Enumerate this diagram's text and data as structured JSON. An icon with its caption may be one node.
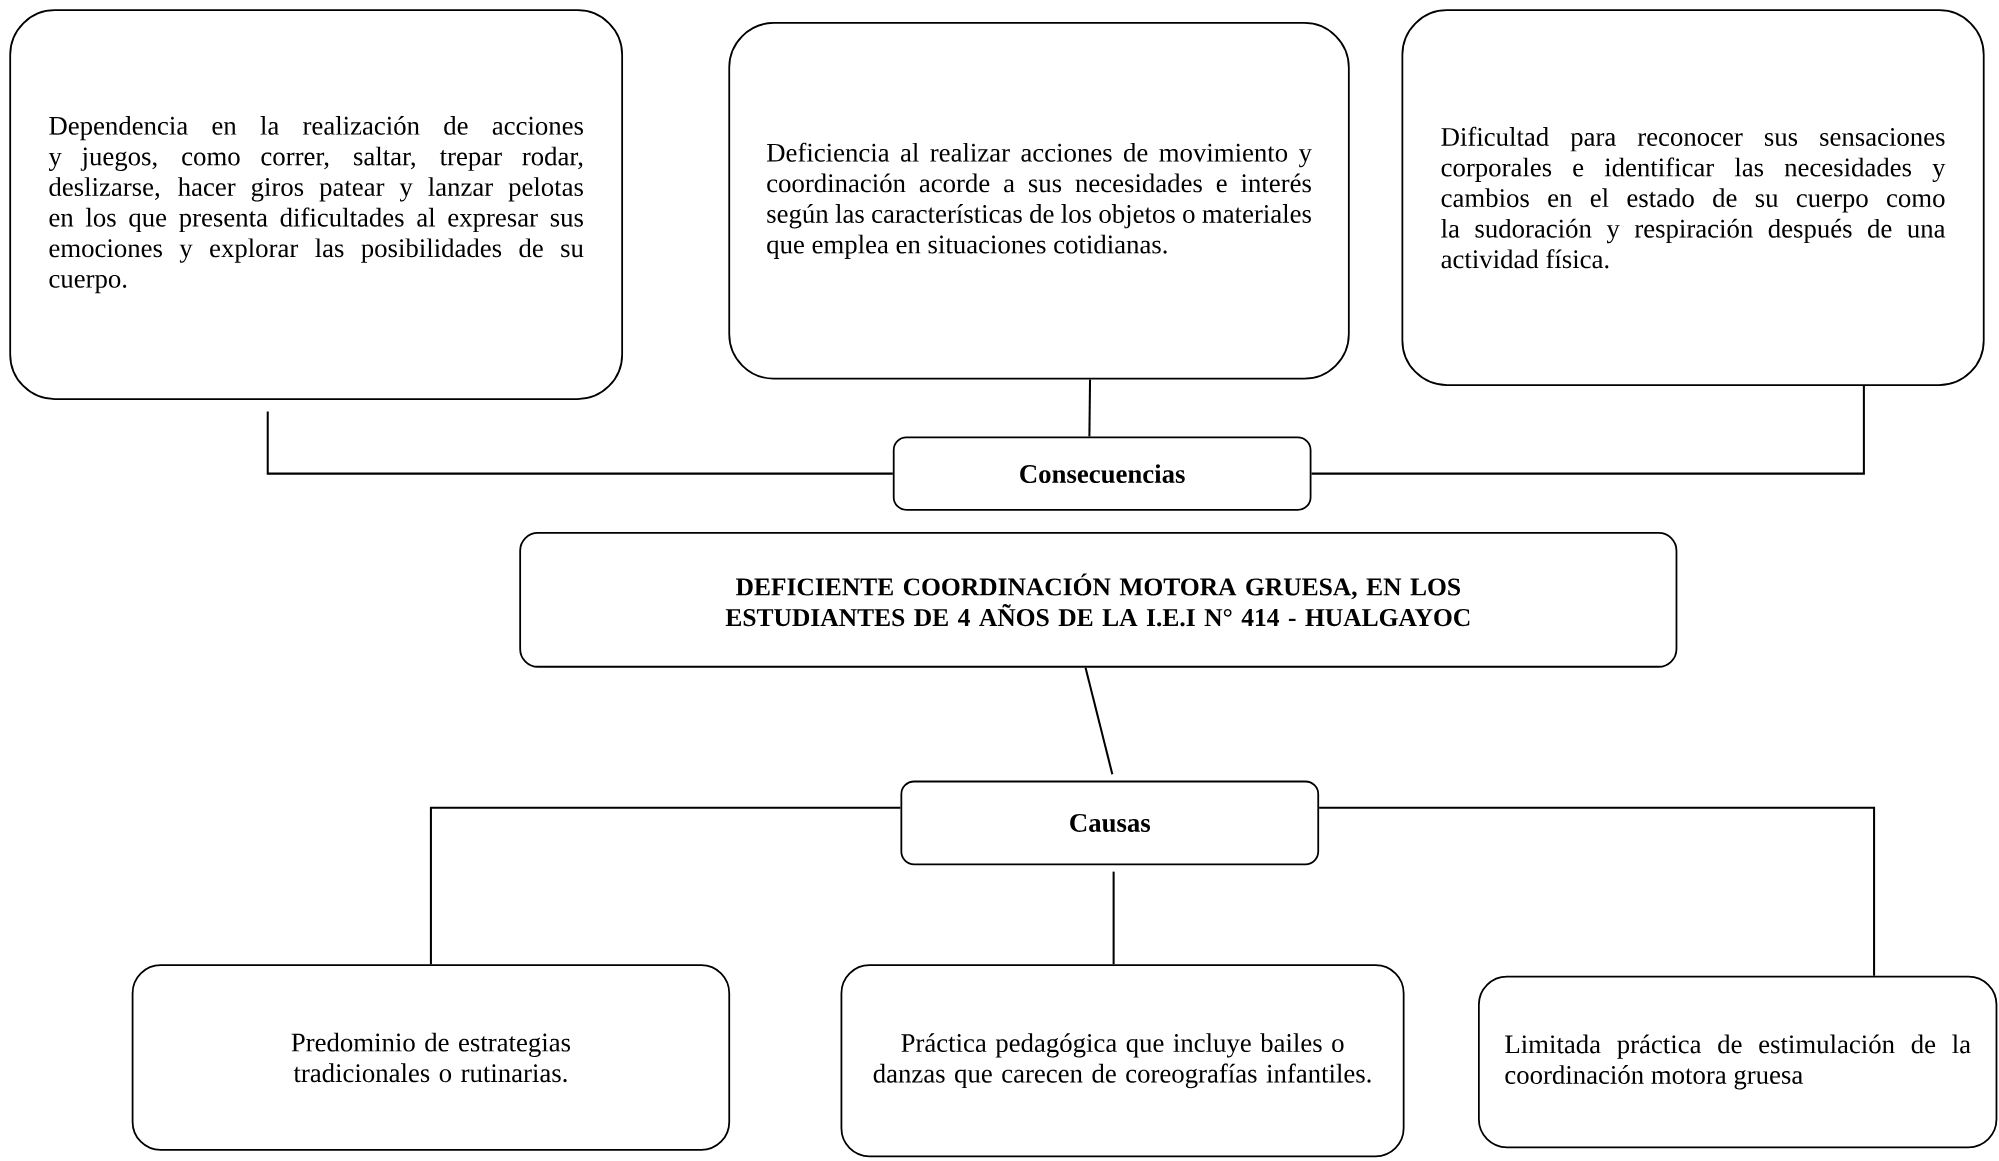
{
  "diagram": {
    "nodes": [
      {
        "text": [
          "Dependencia en la realización de acciones y juegos, como correr, saltar, trepar rodar, deslizarse, hacer giros patear y lanzar pelotas en los que presenta dificultades al expresar sus emociones y explorar las posibilidades de su cuerpo."
        ]
      },
      {
        "text": [
          "Deficiencia al realizar acciones de movimiento y coordinación acorde a sus necesidades e interés según las características de los objetos o materiales que emplea en situaciones cotidianas."
        ]
      },
      {
        "text": [
          "Dificultad para reconocer sus sensaciones corporales e identificar las necesidades y cambios en el estado de su cuerpo como la sudoración y respiración después de una actividad física."
        ]
      },
      {
        "text": [
          "Consecuencias"
        ]
      },
      {
        "text": [
          "DEFICIENTE COORDINACIÓN MOTORA GRUESA, EN LOS ESTUDIANTES DE 4 AÑOS DE LA I.E.I N° 414 - HUALGAYOC"
        ]
      },
      {
        "text": [
          "Causas"
        ]
      },
      {
        "text": [
          "Predominio de estrategias tradicionales o rutinarias."
        ]
      },
      {
        "text": [
          "Práctica pedagógica que incluye bailes o danzas que carecen de coreografías infantiles."
        ]
      },
      {
        "text": [
          "Limitada práctica de estimulación de la coordinación motora gruesa"
        ]
      }
    ],
    "edges": [
      {
        "from": 0,
        "to": 3,
        "arrow": "none"
      },
      {
        "from": 1,
        "to": 3,
        "arrow": "none"
      },
      {
        "from": 2,
        "to": 3,
        "arrow": "none"
      },
      {
        "from": 4,
        "to": 5,
        "arrow": "none"
      },
      {
        "from": 5,
        "to": 6,
        "arrow": "none"
      },
      {
        "from": 5,
        "to": 7,
        "arrow": "none"
      },
      {
        "from": 5,
        "to": 8,
        "arrow": "none"
      }
    ]
  }
}
